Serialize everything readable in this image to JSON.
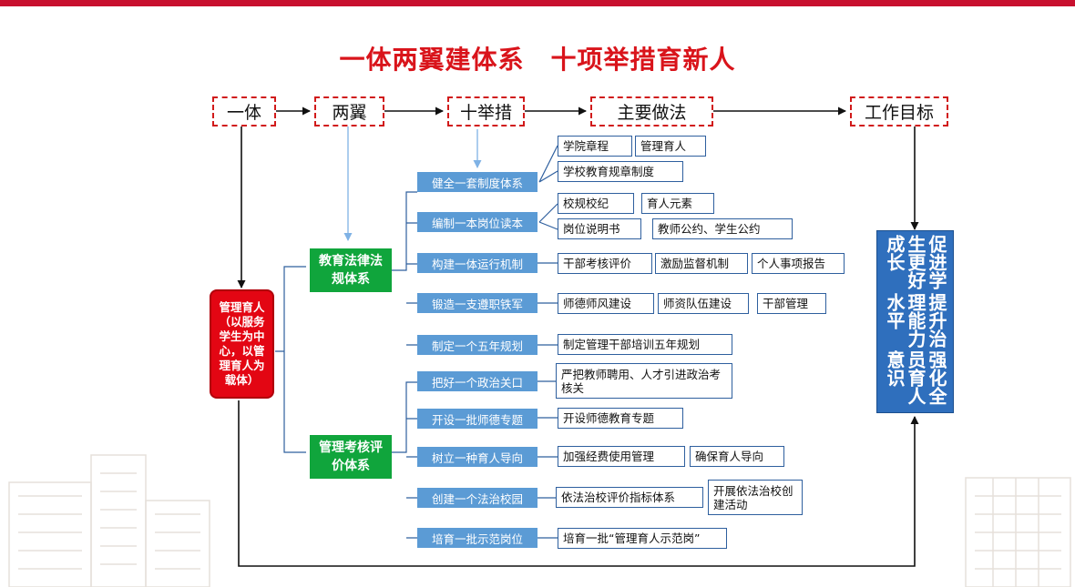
{
  "title": "一体两翼建体系　十项举措育新人",
  "headers": {
    "yiti": "一体",
    "liangyi": "两翼",
    "shijucuo": "十举措",
    "zhuyaozuofa": "主要做法",
    "gongzuomubiao": "工作目标"
  },
  "core": "管理育人（以服务学生为中心，以管理育人为载体）",
  "wings": [
    {
      "label": "教育法律法规体系"
    },
    {
      "label": "管理考核评价体系"
    }
  ],
  "measures": [
    {
      "label": "健全一套制度体系",
      "items": [
        "学院章程",
        "管理育人",
        "学校教育规章制度"
      ]
    },
    {
      "label": "编制一本岗位读本",
      "items": [
        "校规校纪",
        "育人元素",
        "岗位说明书",
        "教师公约、学生公约"
      ]
    },
    {
      "label": "构建一体运行机制",
      "items": [
        "干部考核评价",
        "激励监督机制",
        "个人事项报告"
      ]
    },
    {
      "label": "锻造一支遵职铁军",
      "items": [
        "师德师风建设",
        "师资队伍建设",
        "干部管理"
      ]
    },
    {
      "label": "制定一个五年规划",
      "items": [
        "制定管理干部培训五年规划"
      ]
    },
    {
      "label": "把好一个政治关口",
      "items": [
        "严把教师聘用、人才引进政治考核关"
      ]
    },
    {
      "label": "开设一批师德专题",
      "items": [
        "开设师德教育专题"
      ]
    },
    {
      "label": "树立一种育人导向",
      "items": [
        "加强经费使用管理",
        "确保育人导向"
      ]
    },
    {
      "label": "创建一个法治校园",
      "items": [
        "依法治校评价指标体系",
        "开展依法治校创建活动"
      ]
    },
    {
      "label": "培育一批示范岗位",
      "items": [
        "培育一批“管理育人示范岗”"
      ]
    }
  ],
  "goals": [
    {
      "label": "促进学生更好成长"
    },
    {
      "label": "提升治理能力水平"
    },
    {
      "label": "强化全员育人意识"
    }
  ],
  "colors": {
    "accent_red": "#e30613",
    "green": "#10a53c",
    "blue": "#5b9bd5",
    "goal_blue": "#2f6fbd"
  }
}
